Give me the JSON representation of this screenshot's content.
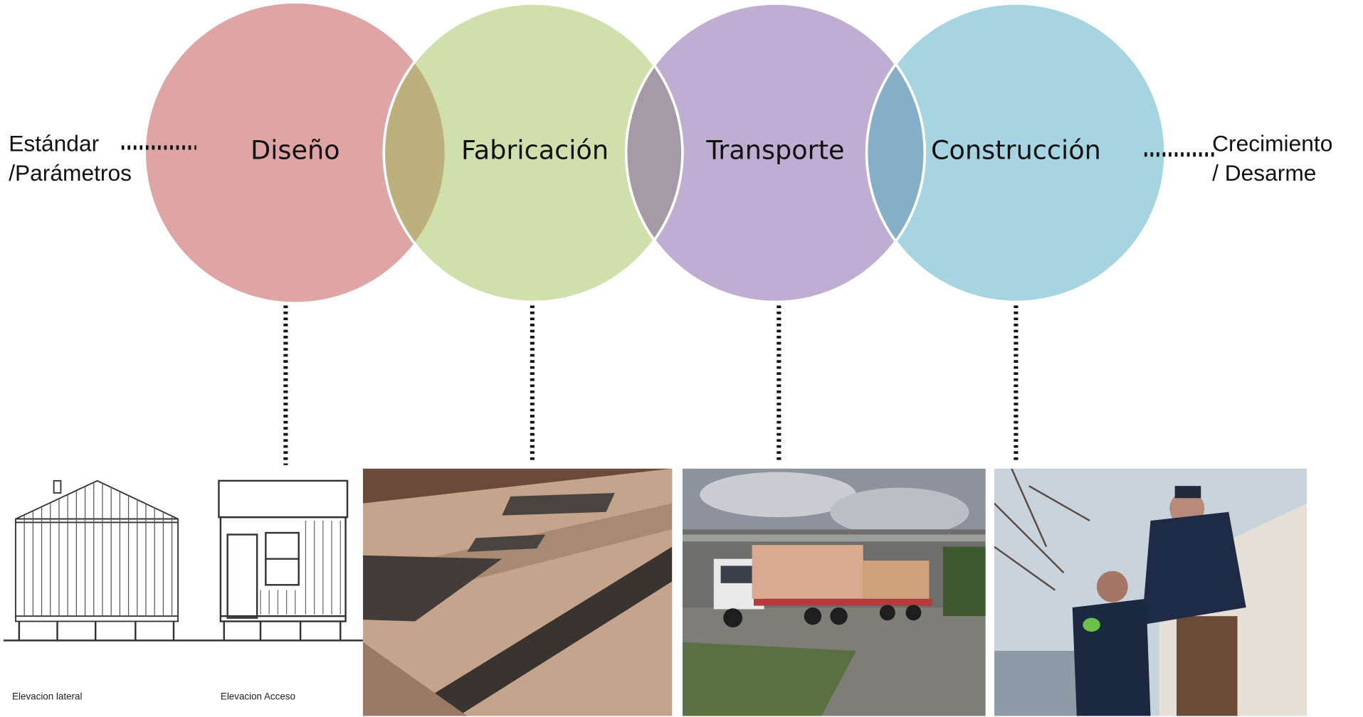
{
  "stages": [
    {
      "label": "Diseño",
      "color": "#dfa4a4"
    },
    {
      "label": "Fabricación",
      "color": "#cfe0ac"
    },
    {
      "label": "Transporte",
      "color": "#bfaed2"
    },
    {
      "label": "Construcción",
      "color": "#a6d5e1"
    }
  ],
  "overlap_colors": [
    "#bcb07c",
    "#a49ba6",
    "#85aec8"
  ],
  "left_label": {
    "line1": "Estándar",
    "line2": "/Parámetros"
  },
  "right_label": {
    "line1": "Crecimiento",
    "line2": "/ Desarme"
  },
  "drawing": {
    "caption_lateral": "Elevacion lateral",
    "caption_access": "Elevacion Acceso"
  }
}
